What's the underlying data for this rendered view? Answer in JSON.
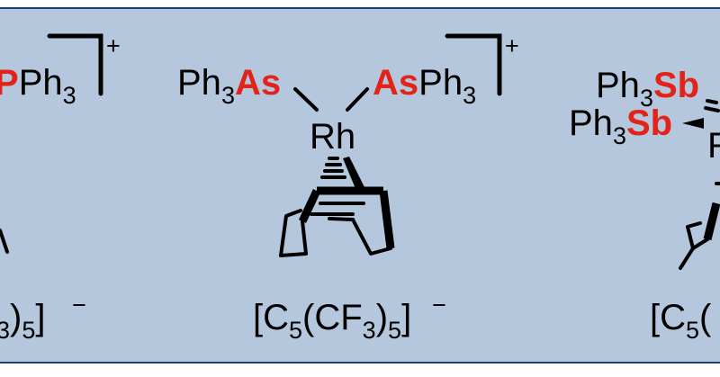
{
  "colors": {
    "panel_bg": "#b5c7dc",
    "border": "#1f3f6a",
    "highlight": "#e2231a",
    "ink": "#000000"
  },
  "charge_plus": "+",
  "charge_minus": "−",
  "left": {
    "ligand_hl": "P",
    "ligand_rest": "Ph",
    "ligand_sub": "3",
    "anion_pre": "3",
    "anion_paren": ")",
    "anion_sub": "5",
    "anion_bracket": "]"
  },
  "center": {
    "left_ligand_pre": "Ph",
    "left_ligand_sub": "3",
    "left_ligand_hl": "As",
    "right_ligand_hl": "As",
    "right_ligand_rest": "Ph",
    "right_ligand_sub": "3",
    "metal": "Rh",
    "anion_open": "[C",
    "anion_sub1": "5",
    "anion_mid": "(CF",
    "anion_sub2": "3",
    "anion_close": ")",
    "anion_sub3": "5",
    "anion_bracket": "]"
  },
  "right": {
    "ligand1_pre": "Ph",
    "ligand1_sub": "3",
    "ligand1_hl": "Sb",
    "ligand2_pre": "Ph",
    "ligand2_sub": "3",
    "ligand2_hl": "Sb",
    "metal_partial": "R",
    "anion_open": "[C",
    "anion_sub1": "5",
    "anion_partial": "("
  }
}
